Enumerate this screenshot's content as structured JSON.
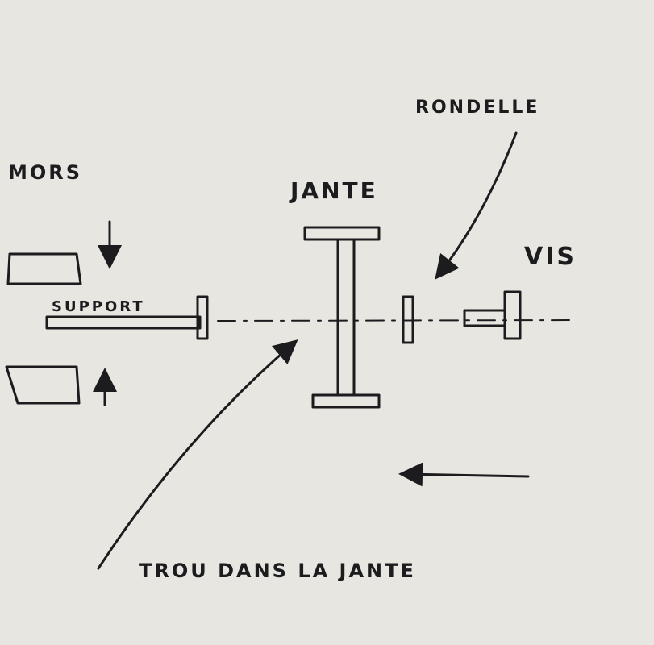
{
  "labels": {
    "mors": "MORS",
    "support": "SUPPORT",
    "jante": "JANTE",
    "rondelle": "RONDELLE",
    "vis": "VIS",
    "trou": "TROU DANS LA JANTE"
  },
  "colors": {
    "paper": "#e8e6e1",
    "ink": "#1c1c1e"
  }
}
